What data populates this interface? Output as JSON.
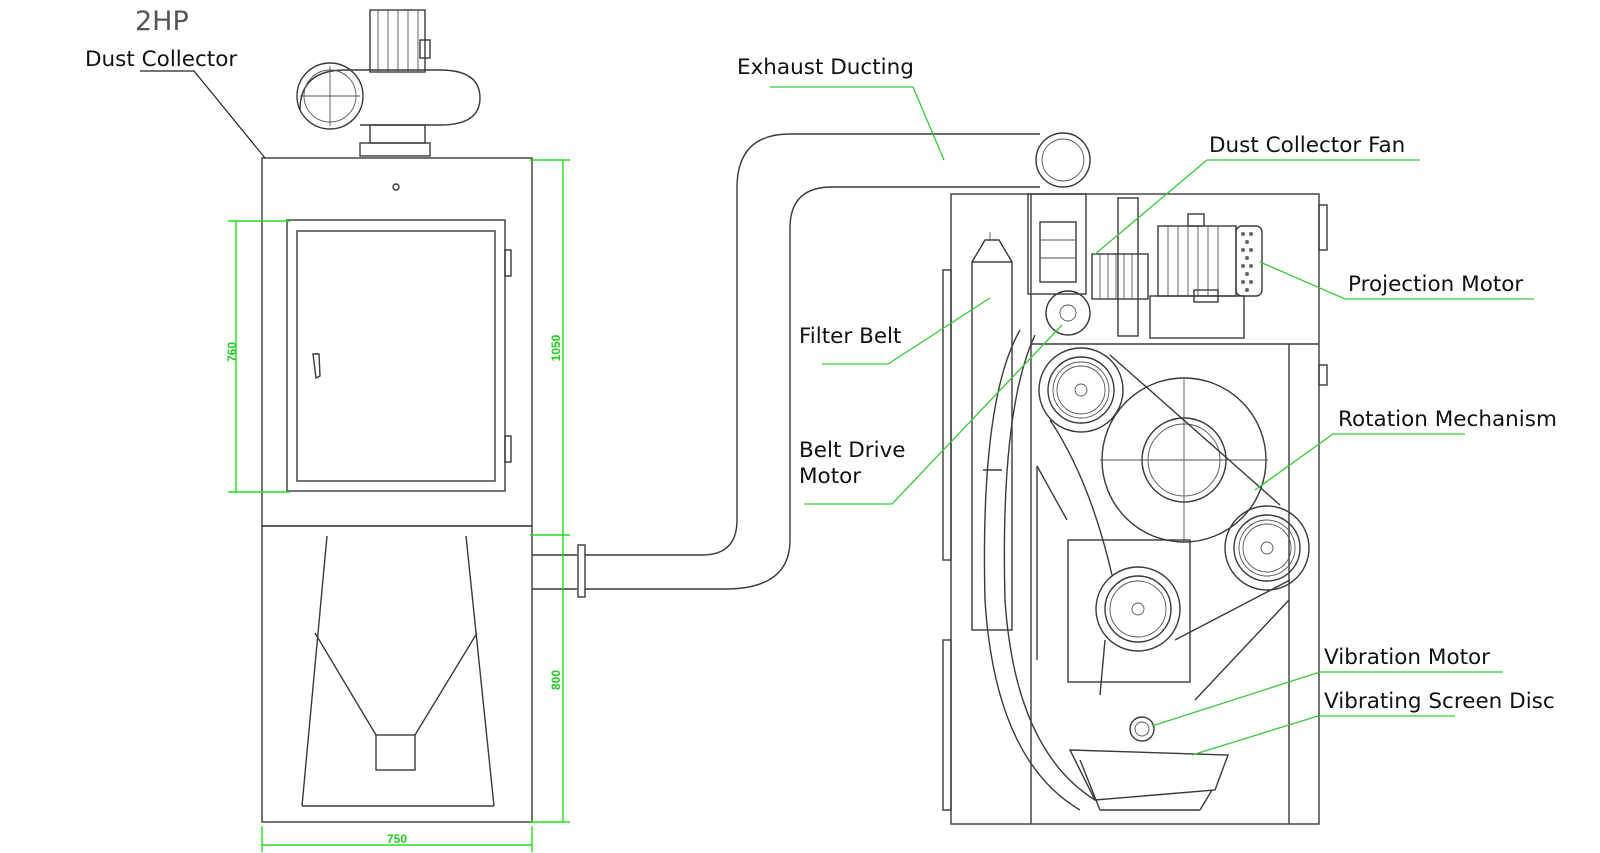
{
  "labels": {
    "hp": "2HP",
    "dust_collector": "Dust Collector",
    "exhaust_ducting": "Exhaust Ducting",
    "dust_collector_fan": "Dust Collector Fan",
    "projection_motor": "Projection Motor",
    "filter_belt": "Filter Belt",
    "belt_drive_motor_line1": "Belt Drive",
    "belt_drive_motor_line2": "Motor",
    "rotation_mechanism": "Rotation Mechanism",
    "vibration_motor": "Vibration Motor",
    "vibrating_screen_disc": "Vibrating Screen Disc"
  },
  "dimensions": {
    "door_height": "760",
    "upper_height": "1050",
    "lower_height": "800",
    "width": "750"
  },
  "colors": {
    "line": "#3a3a3a",
    "leader": "#37c837",
    "dimension": "#22dd22",
    "text": "#111111"
  }
}
